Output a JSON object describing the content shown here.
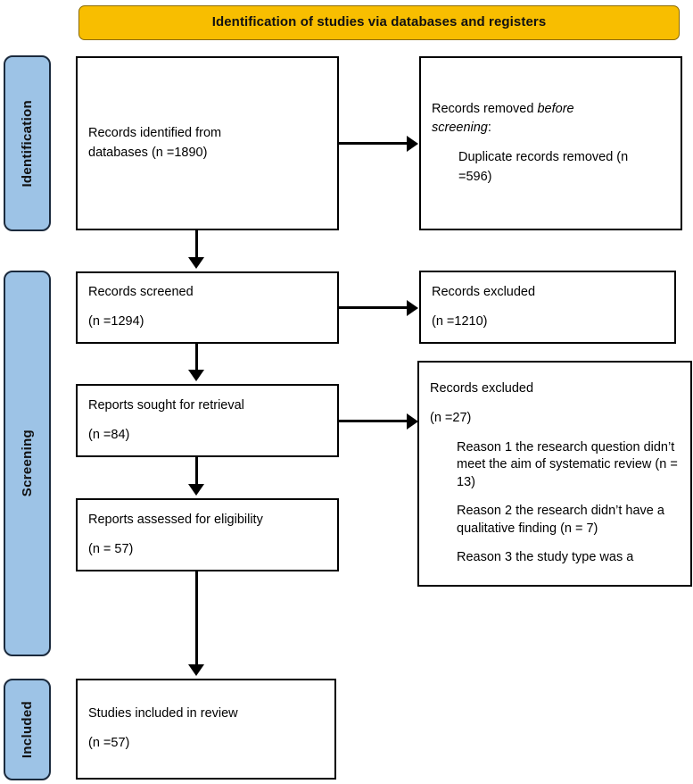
{
  "banner": {
    "title": "Identification of studies via databases and registers",
    "bg_color": "#F8BE00"
  },
  "stages": {
    "bar_color": "#9DC3E6",
    "identification": "Identification",
    "screening": "Screening",
    "included": "Included"
  },
  "boxes": {
    "identified": {
      "line1": "Records identified from",
      "line2": "databases (n =1890)"
    },
    "removed": {
      "line1_a": "Records removed ",
      "line1_em": "before",
      "line2_em": "screening",
      "line2_b": ":",
      "line3": "Duplicate records removed (n",
      "line4": "=596)"
    },
    "screened": {
      "line1": "Records screened",
      "line2": "(n =1294)"
    },
    "excluded_1": {
      "line1": "Records excluded",
      "line2": "(n =1210)"
    },
    "sought": {
      "line1": "Reports sought for retrieval",
      "line2": "(n =84)"
    },
    "excluded_2": {
      "line1": "Records excluded",
      "line2": "(n =27)",
      "reason1": "Reason 1 the research question didn’t meet the aim of systematic review (n = 13)",
      "reason2": "Reason 2 the research didn’t have a qualitative finding (n = 7)",
      "reason3": "Reason 3 the study type was a"
    },
    "assessed": {
      "line1": "Reports assessed for eligibility",
      "line2": "(n = 57)"
    },
    "included": {
      "line1": "Studies included in review",
      "line2": "(n =57)"
    }
  },
  "chart_data": {
    "type": "diagram",
    "title": "Identification of studies via databases and registers",
    "nodes": [
      {
        "id": "identified",
        "stage": "Identification",
        "label": "Records identified from databases",
        "n": 1890
      },
      {
        "id": "removed",
        "stage": "Identification",
        "label": "Records removed before screening: Duplicate records removed",
        "n": 596
      },
      {
        "id": "screened",
        "stage": "Screening",
        "label": "Records screened",
        "n": 1294
      },
      {
        "id": "excluded_1",
        "stage": "Screening",
        "label": "Records excluded",
        "n": 1210
      },
      {
        "id": "sought",
        "stage": "Screening",
        "label": "Reports sought for retrieval",
        "n": 84
      },
      {
        "id": "excluded_2",
        "stage": "Screening",
        "label": "Records excluded",
        "n": 27
      },
      {
        "id": "assessed",
        "stage": "Screening",
        "label": "Reports assessed for eligibility",
        "n": 57
      },
      {
        "id": "included",
        "stage": "Included",
        "label": "Studies included in review",
        "n": 57
      }
    ],
    "exclusion_reasons": [
      {
        "reason": "Reason 1 the research question didn’t meet the aim of systematic review",
        "n": 13
      },
      {
        "reason": "Reason 2 the research didn’t have a qualitative finding",
        "n": 7
      },
      {
        "reason": "Reason 3 the study type was a",
        "n": null
      }
    ],
    "edges": [
      {
        "from": "identified",
        "to": "removed",
        "direction": "right"
      },
      {
        "from": "identified",
        "to": "screened",
        "direction": "down"
      },
      {
        "from": "screened",
        "to": "excluded_1",
        "direction": "right"
      },
      {
        "from": "screened",
        "to": "sought",
        "direction": "down"
      },
      {
        "from": "sought",
        "to": "excluded_2",
        "direction": "right"
      },
      {
        "from": "sought",
        "to": "assessed",
        "direction": "down"
      },
      {
        "from": "assessed",
        "to": "included",
        "direction": "down"
      }
    ]
  }
}
